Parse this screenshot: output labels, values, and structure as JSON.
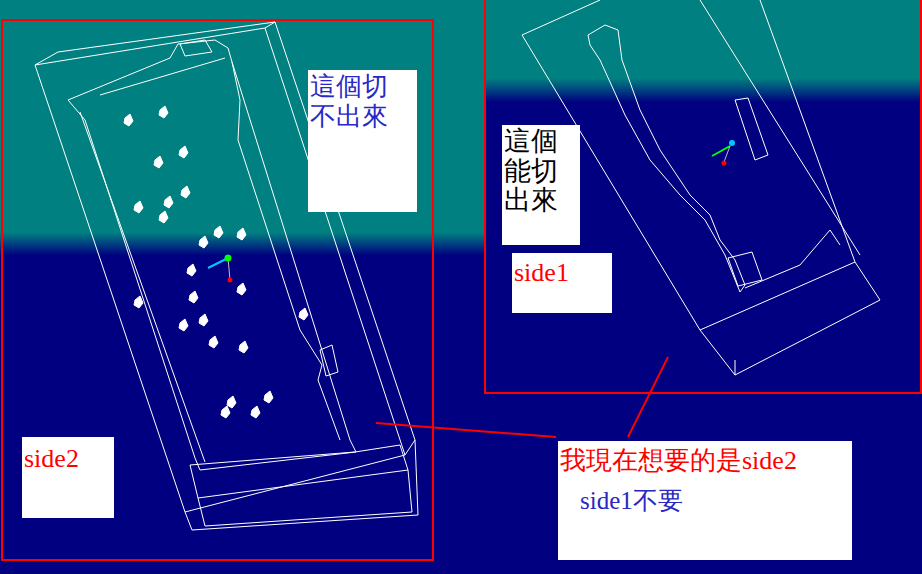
{
  "diagram": {
    "nodes": [
      {
        "text": [
          "這個切 不出來"
        ]
      },
      {
        "text": [
          "這個 能切 出來"
        ]
      },
      {
        "text": [
          "side1"
        ]
      },
      {
        "text": [
          "side2"
        ]
      },
      {
        "text": [
          "我現在想要的是side2",
          "side1不要"
        ]
      }
    ]
  }
}
